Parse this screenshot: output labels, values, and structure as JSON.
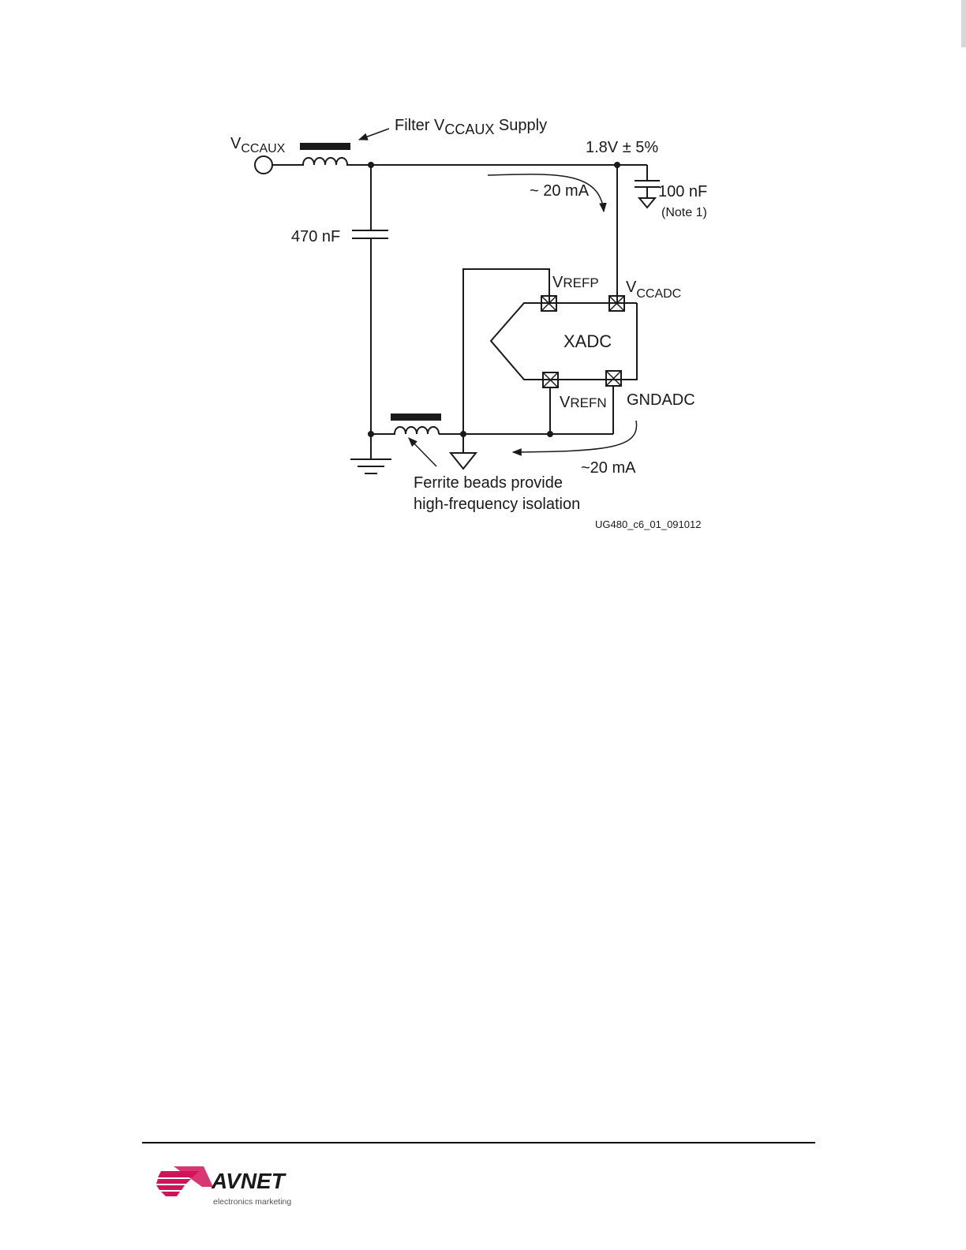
{
  "diagram": {
    "vccaux": {
      "main": "V",
      "sub": "CCAUX"
    },
    "filter_label": {
      "prefix": "Filter V",
      "sub": "CCAUX",
      "suffix": " Supply"
    },
    "supply_voltage": "1.8V ± 5%",
    "current_top": "~ 20 mA",
    "cap_100nF": "100 nF",
    "note": "(Note 1)",
    "cap_470nF": "470 nF",
    "vrefp": {
      "main": "V",
      "sub": "REFP"
    },
    "vccadc": {
      "main": "V",
      "sub": "CCADC"
    },
    "xadc": "XADC",
    "vrefn": {
      "main": "V",
      "sub": "REFN"
    },
    "gndadc": "GNDADC",
    "current_bottom": "~20 mA",
    "ferrite_line1": "Ferrite beads provide",
    "ferrite_line2": "high-frequency isolation",
    "figure_id": "UG480_c6_01_091012"
  },
  "footer": {
    "logo_text": "AVNET",
    "logo_tagline": "electronics marketing",
    "logo_color": "#d0145a"
  }
}
